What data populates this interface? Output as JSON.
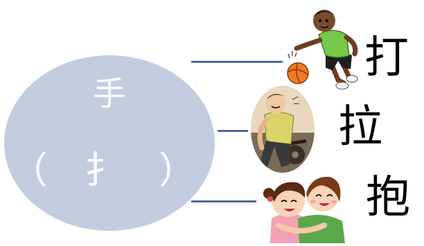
{
  "root": {
    "radical": "手",
    "variant": "（ 扌 ）"
  },
  "branches": [
    {
      "character": "打",
      "illustration": "boy-dribbling-basketball-icon"
    },
    {
      "character": "拉",
      "illustration": "man-pulling-cart-icon"
    },
    {
      "character": "抱",
      "illustration": "girls-hugging-icon"
    }
  ],
  "colors": {
    "circle": "#c2cde0",
    "connector": "#4a6a96",
    "text": "#000000"
  }
}
